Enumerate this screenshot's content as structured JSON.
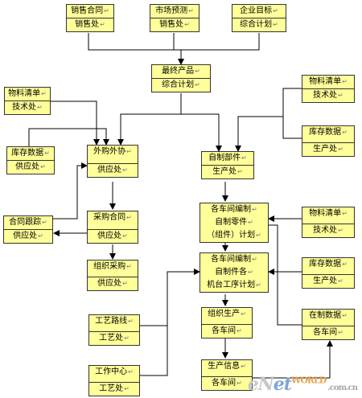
{
  "diagram": {
    "nodes": {
      "sales_contract": [
        "销售合同",
        "销售处"
      ],
      "market_forecast": [
        "市场预测",
        "销售处"
      ],
      "enterprise_goal": [
        "企业目标",
        "综合计划"
      ],
      "final_product": [
        "最终产品",
        "综合计划"
      ],
      "bom_left": [
        "物料清单",
        "技术处"
      ],
      "inventory_left": [
        "库存数据",
        "供应处"
      ],
      "outsourcing": [
        "外购外协",
        "供应处"
      ],
      "bom_right": [
        "物料清单",
        "技术处"
      ],
      "inventory_right_top": [
        "库存数据",
        "生产处"
      ],
      "self_made_parts": [
        "自制部件",
        "生产处"
      ],
      "contract_follow": [
        "合同跟踪",
        "供应处"
      ],
      "purchase_contract": [
        "采购合同",
        "供应处"
      ],
      "workshop_plan_1": [
        "各车间编制",
        "自制零件",
        "（组件）计划"
      ],
      "bom_right_2": [
        "物料清单",
        "技术处"
      ],
      "organize_purchase": [
        "组织采购",
        "供应处"
      ],
      "workshop_plan_2": [
        "各车间编制",
        "自制件各",
        "机台工序计划"
      ],
      "inventory_right_2": [
        "库存数据",
        "生产处"
      ],
      "process_route": [
        "工艺路线",
        "工艺处"
      ],
      "organize_production": [
        "组织生产",
        "各车间"
      ],
      "wip_data": [
        "在制数据",
        "各车间"
      ],
      "work_center": [
        "工作中心",
        "工艺处"
      ],
      "production_info": [
        "生产信息",
        "各车间"
      ]
    },
    "paragraph_mark": "↵"
  },
  "watermark": {
    "part1": "eN",
    "part2": "et",
    "brand": "WORLD",
    "suffix": ".com.cn"
  }
}
